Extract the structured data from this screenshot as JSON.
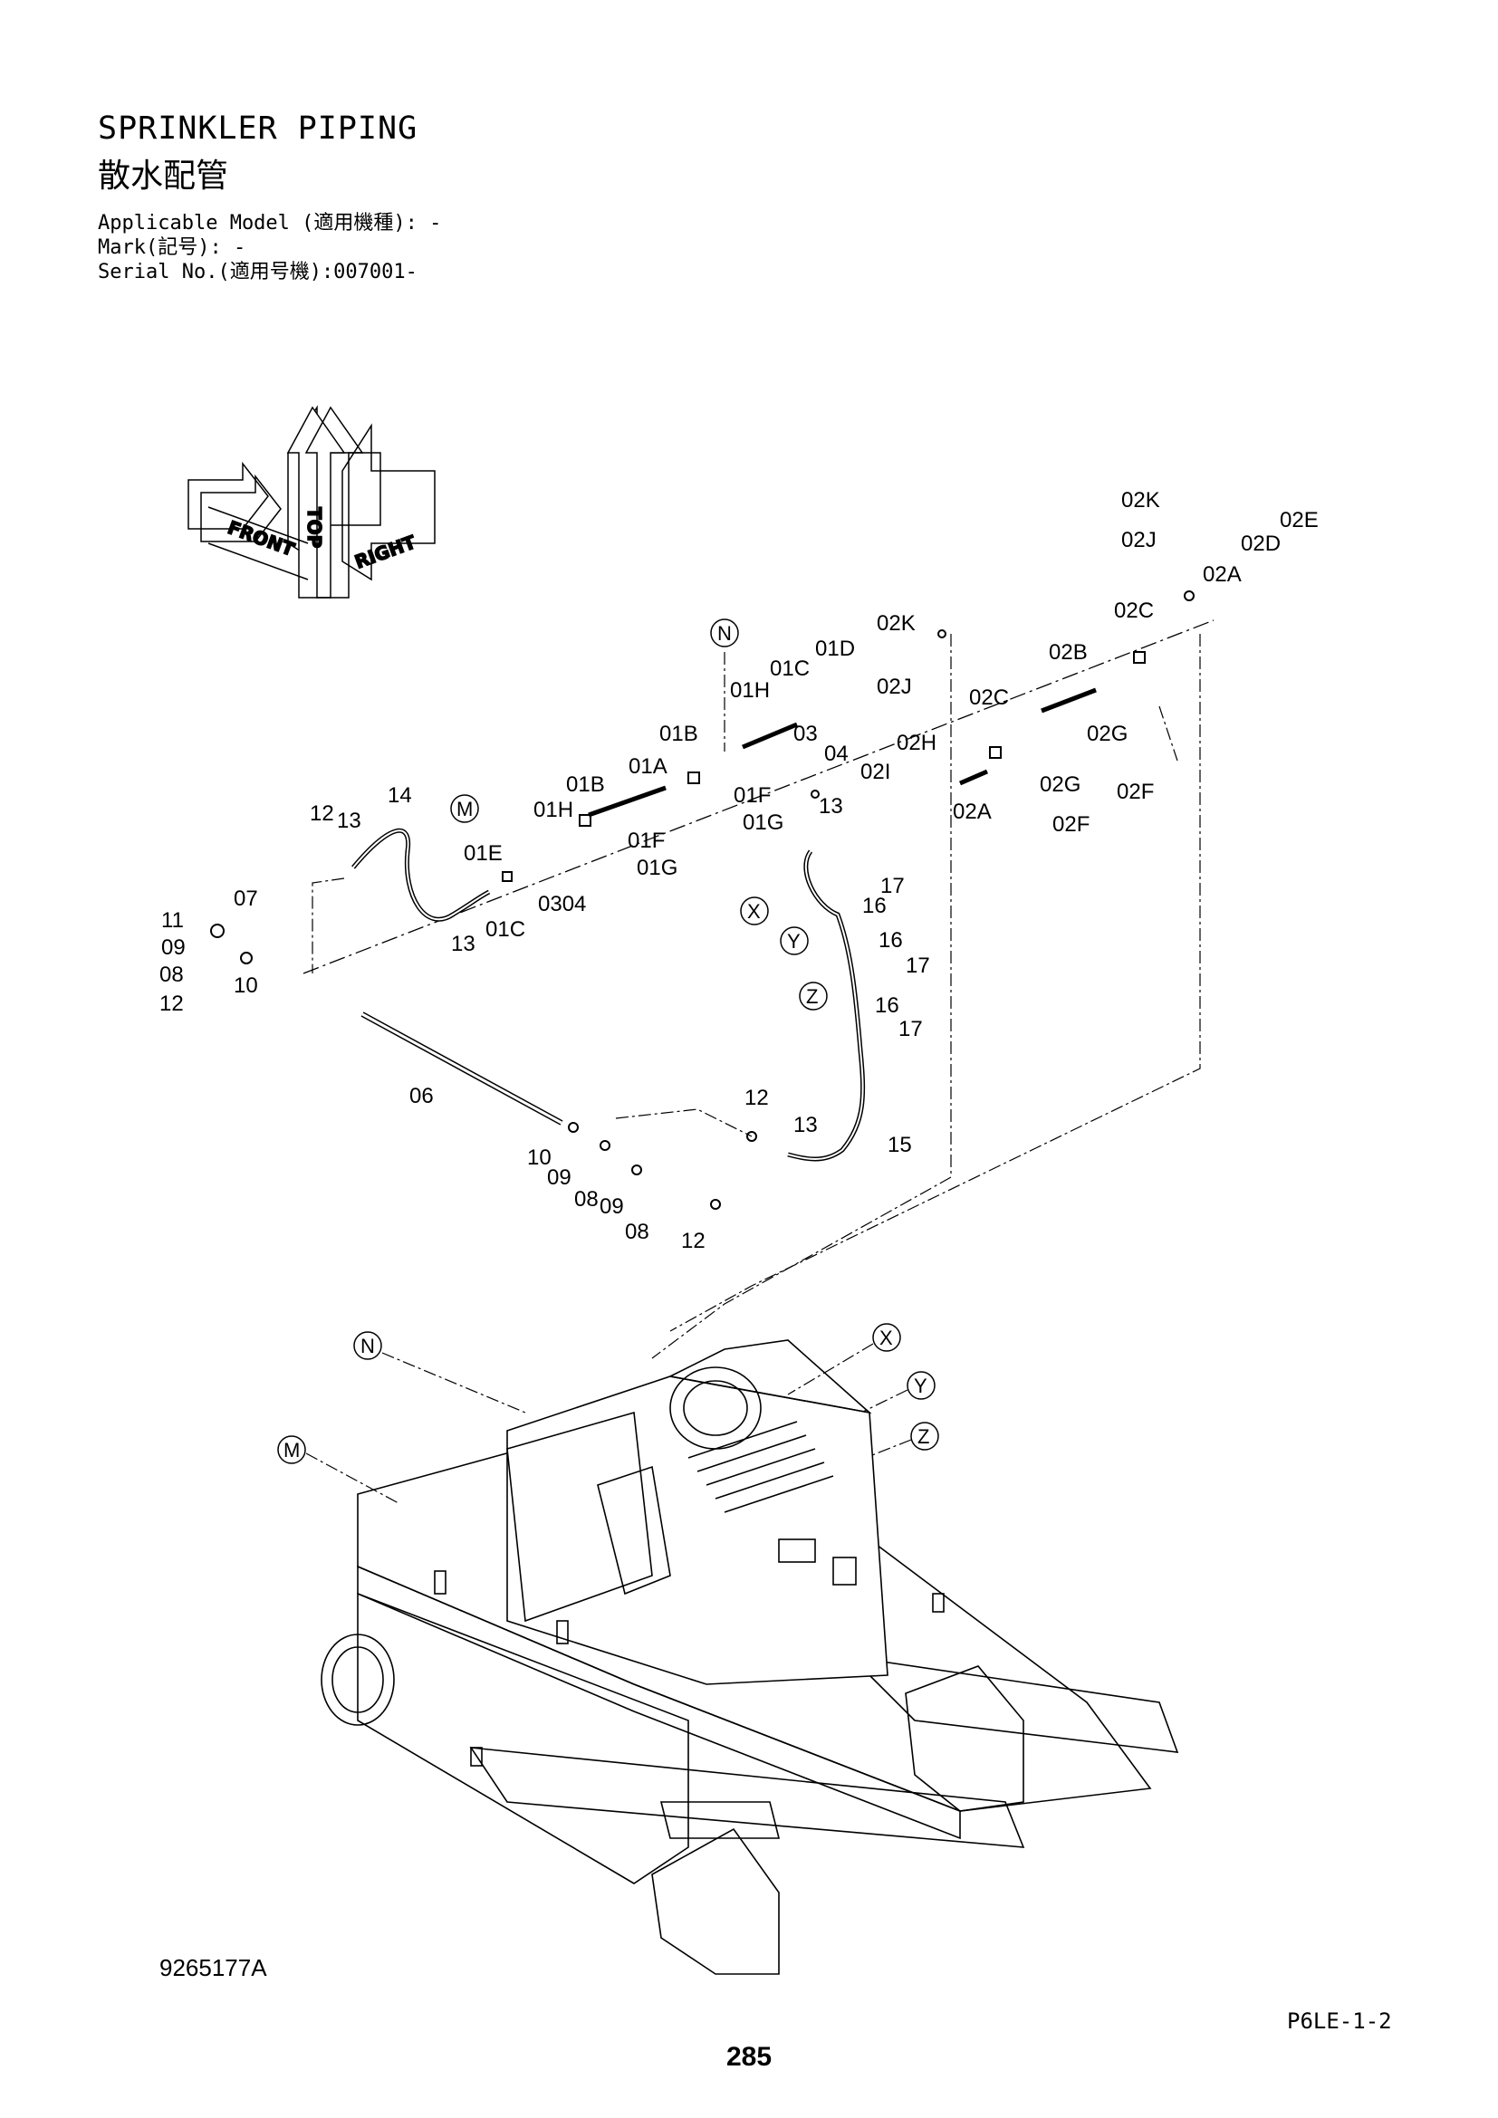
{
  "header": {
    "title_en": "SPRINKLER PIPING",
    "title_ja": "散水配管",
    "applicable_model": "Applicable Model (適用機種): -",
    "mark": "Mark(記号): -",
    "serial_no": "Serial No.(適用号機):007001-"
  },
  "orientation": {
    "front": "FRONT",
    "top": "TOP",
    "right": "RIGHT"
  },
  "callouts": {
    "c02K_a": "02K",
    "c02E": "02E",
    "c02J_a": "02J",
    "c02D": "02D",
    "c02A_a": "02A",
    "c02C_a": "02C",
    "c02K_b": "02K",
    "c02B": "02B",
    "c02J_b": "02J",
    "c02C_b": "02C",
    "c02G_a": "02G",
    "c02H": "02H",
    "c02I": "02I",
    "c02G_b": "02G",
    "c02F_a": "02F",
    "c02A_b": "02A",
    "c02F_b": "02F",
    "c01D": "01D",
    "c01C_a": "01C",
    "c01H_a": "01H",
    "c03_a": "03",
    "c04_a": "04",
    "c01B_a": "01B",
    "c01A": "01A",
    "c01F_a": "01F",
    "c01G_a": "01G",
    "c01B_b": "01B",
    "c01H_b": "01H",
    "c01F_b": "01F",
    "c01G_b": "01G",
    "c01E": "01E",
    "c0304": "0304",
    "c01C_b": "01C",
    "c13_a": "13",
    "c14": "14",
    "c12_a": "12",
    "c13_b": "13",
    "c13_c": "13",
    "c17_a": "17",
    "c16_a": "16",
    "c16_b": "16",
    "c17_b": "17",
    "c16_c": "16",
    "c17_c": "17",
    "c07": "07",
    "c11": "11",
    "c09_a": "09",
    "c08_a": "08",
    "c10_a": "10",
    "c12_b": "12",
    "c06": "06",
    "c12_c": "12",
    "c13_d": "13",
    "c15": "15",
    "c10_b": "10",
    "c09_b": "09",
    "c08_b": "08",
    "c09_c": "09",
    "c08_c": "08",
    "c12_d": "12"
  },
  "zones": {
    "N_top": "N",
    "M_top": "M",
    "X_top": "X",
    "Y_top": "Y",
    "Z_top": "Z",
    "N_bot": "N",
    "M_bot": "M",
    "X_bot": "X",
    "Y_bot": "Y",
    "Z_bot": "Z"
  },
  "footer": {
    "drawing_code": "9265177A",
    "page_code": "P6LE-1-2",
    "page_number": "285"
  }
}
